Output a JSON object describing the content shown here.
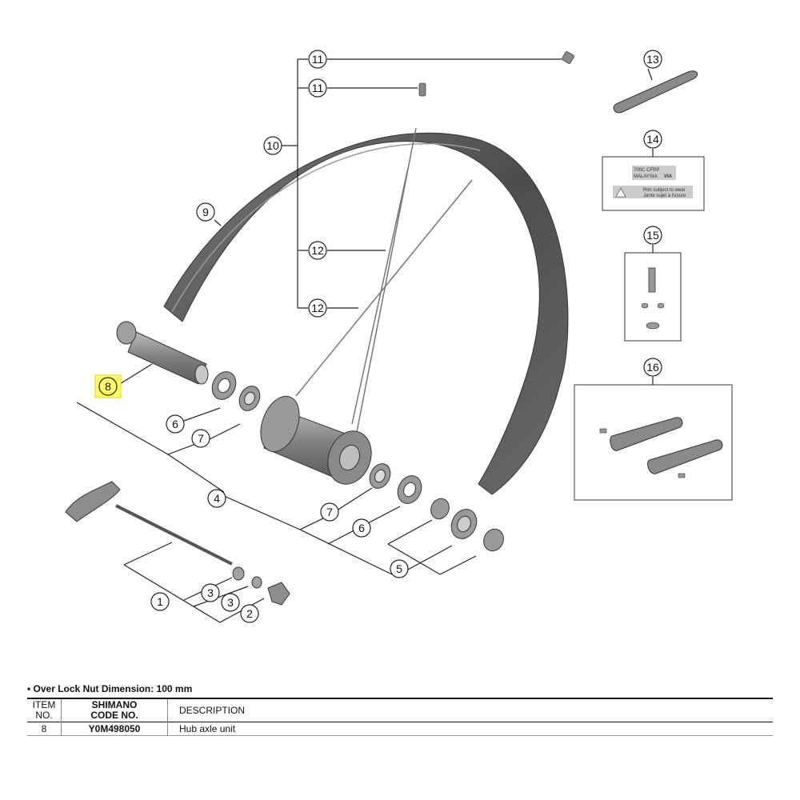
{
  "callouts": [
    "1",
    "2",
    "3",
    "4",
    "5",
    "6",
    "7",
    "8",
    "9",
    "10",
    "11",
    "12",
    "13",
    "14",
    "15",
    "16"
  ],
  "highlighted_item": "8",
  "label14": {
    "line1": "700C CFRP",
    "line2": "MALAYSIA",
    "mark": "VIA",
    "warn1": "Rim subject to wear",
    "warn2": "Jante sujet à l'usure"
  },
  "spec": "• Over Lock Nut Dimension: 100 mm",
  "table": {
    "headers": {
      "item_line1": "ITEM",
      "item_line2": "NO.",
      "code_line1": "SHIMANO",
      "code_line2": "CODE NO.",
      "desc": "DESCRIPTION"
    },
    "rows": [
      {
        "item": "8",
        "code": "Y0M498050",
        "desc": "Hub axle unit"
      }
    ]
  },
  "colors": {
    "highlight": "#ffff66",
    "rim": "#5a5a5a",
    "part": "#8a8a8a"
  }
}
